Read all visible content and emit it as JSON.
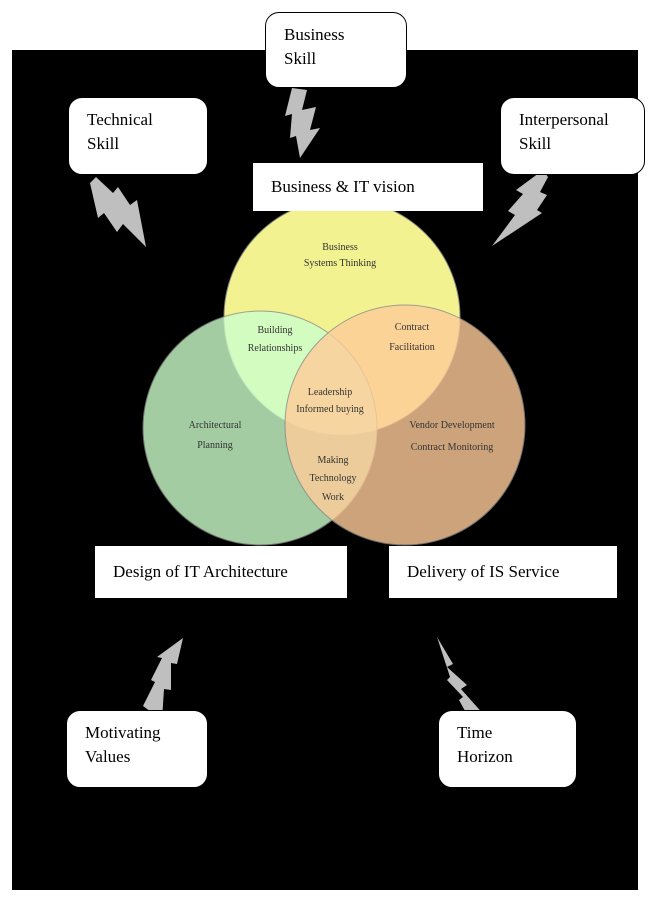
{
  "colors": {
    "background": "#000000",
    "business_circle": "#ffff99",
    "design_circle": "#ccffcc",
    "delivery_circle": "#ffcc99",
    "bolt": "#bfbfbf"
  },
  "skills": {
    "business": [
      "Business",
      "Skill"
    ],
    "technical": [
      "Technical",
      "Skill"
    ],
    "interpersonal": [
      "Interpersonal",
      "Skill"
    ],
    "motivating": [
      "Motivating",
      "Values"
    ],
    "time": [
      "Time",
      "Horizon"
    ]
  },
  "domains": {
    "vision": "Business & IT vision",
    "design": "Design of IT Architecture",
    "delivery": "Delivery of IS Service"
  },
  "venn": {
    "business": [
      "Business",
      "Systems Thinking"
    ],
    "building": [
      "Building",
      "Relationships"
    ],
    "contract": [
      "Contract",
      "Facilitation"
    ],
    "architectural": [
      "Architectural",
      "Planning"
    ],
    "leadership": [
      "Leadership",
      "Informed buying"
    ],
    "vendor": [
      "Vendor Development",
      "Contract Monitoring"
    ],
    "making": [
      "Making",
      "Technology",
      "Work"
    ]
  }
}
